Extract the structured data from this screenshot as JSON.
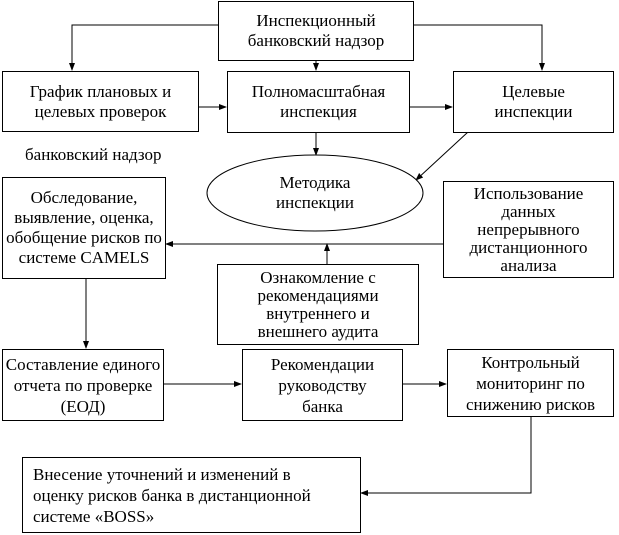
{
  "diagram": {
    "nodes": {
      "top": {
        "lines": [
          "Инспекционный",
          "банковский надзор"
        ]
      },
      "schedule": {
        "lines": [
          "График плановых и",
          "целевых проверок"
        ]
      },
      "full_inspection": {
        "lines": [
          "Полномасштабная",
          "инспекция"
        ]
      },
      "target_inspections": {
        "lines": [
          "Целевые",
          "инспекции"
        ]
      },
      "loose_label": "банковский надзор",
      "methodology": {
        "lines": [
          "Методика",
          "инспекции"
        ]
      },
      "examination": {
        "lines": [
          "Обследование,",
          "выявление, оценка,",
          "обобщение рисков по",
          "системе CAMELS"
        ]
      },
      "remote_analysis": {
        "lines": [
          "Использование",
          "данных",
          "непрерывного",
          "дистанционного",
          "анализа"
        ]
      },
      "audit_review": {
        "lines": [
          "Ознакомление с",
          "рекомендациями",
          "внутреннего и",
          "внешнего аудита"
        ]
      },
      "report": {
        "lines": [
          "Составление единого",
          "отчета по проверке",
          "(ЕОД)"
        ]
      },
      "recommendations": {
        "lines": [
          "Рекомендации",
          "руководству",
          "банка"
        ]
      },
      "monitoring": {
        "lines": [
          "Контрольный",
          "мониторинг по",
          "снижению рисков"
        ]
      },
      "boss_update": {
        "lines": [
          "Внесение уточнений и изменений в",
          "оценку рисков банка в дистанционной",
          "системе «BOSS»"
        ]
      }
    },
    "edges": [
      {
        "from": "top",
        "to": "schedule"
      },
      {
        "from": "top",
        "to": "full_inspection"
      },
      {
        "from": "top",
        "to": "target_inspections"
      },
      {
        "from": "schedule",
        "to": "full_inspection"
      },
      {
        "from": "full_inspection",
        "to": "target_inspections"
      },
      {
        "from": "full_inspection",
        "to": "methodology"
      },
      {
        "from": "target_inspections",
        "to": "methodology"
      },
      {
        "from": "remote_analysis",
        "to": "examination"
      },
      {
        "from": "audit_review",
        "to": "examination"
      },
      {
        "from": "examination",
        "to": "report"
      },
      {
        "from": "report",
        "to": "recommendations"
      },
      {
        "from": "recommendations",
        "to": "monitoring"
      },
      {
        "from": "monitoring",
        "to": "boss_update"
      }
    ],
    "line_color": "#000000",
    "background": "#ffffff"
  }
}
